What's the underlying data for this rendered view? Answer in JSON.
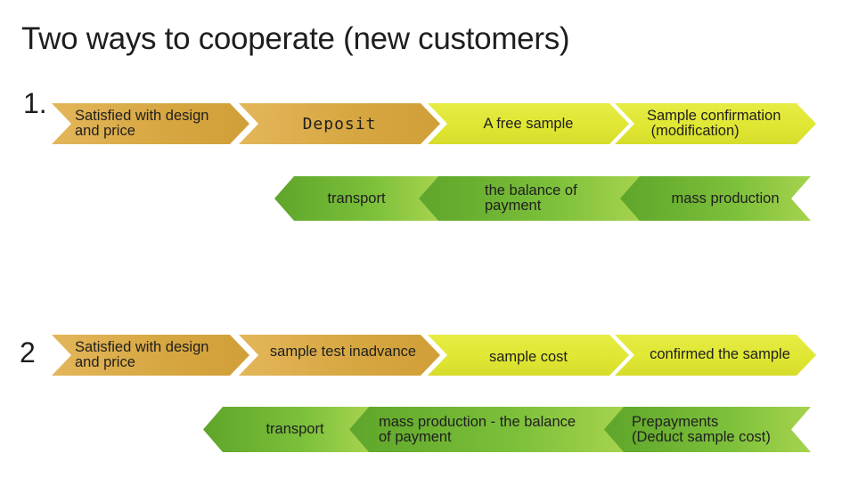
{
  "title": "Two ways to cooperate (new customers)",
  "colors": {
    "gold": "#d6a640",
    "yellow": "#dfe632",
    "green": "#7cc03a",
    "text": "#1e1e1e"
  },
  "way1": {
    "number": "1.",
    "forward_steps": [
      {
        "label_line1": "Satisfied with design",
        "label_line2": "and price"
      },
      {
        "label_line1": "Deposit",
        "label_line2": ""
      },
      {
        "label_line1": "A free sample",
        "label_line2": ""
      },
      {
        "label_line1": "Sample confirmation",
        "label_line2": " (modification)"
      }
    ],
    "return_steps": [
      {
        "label_line1": "transport",
        "label_line2": ""
      },
      {
        "label_line1": "the balance of",
        "label_line2": "payment"
      },
      {
        "label_line1": "mass production",
        "label_line2": ""
      }
    ]
  },
  "way2": {
    "number": "2",
    "forward_steps": [
      {
        "label_line1": "Satisfied with design",
        "label_line2": "and price"
      },
      {
        "label_line1": "sample test inadvance",
        "label_line2": ""
      },
      {
        "label_line1": "sample cost",
        "label_line2": ""
      },
      {
        "label_line1": "confirmed the sample",
        "label_line2": ""
      }
    ],
    "return_steps": [
      {
        "label_line1": "transport",
        "label_line2": ""
      },
      {
        "label_line1": "mass production - the balance",
        "label_line2": "of payment"
      },
      {
        "label_line1": "Prepayments",
        "label_line2": "(Deduct sample cost)"
      }
    ]
  }
}
